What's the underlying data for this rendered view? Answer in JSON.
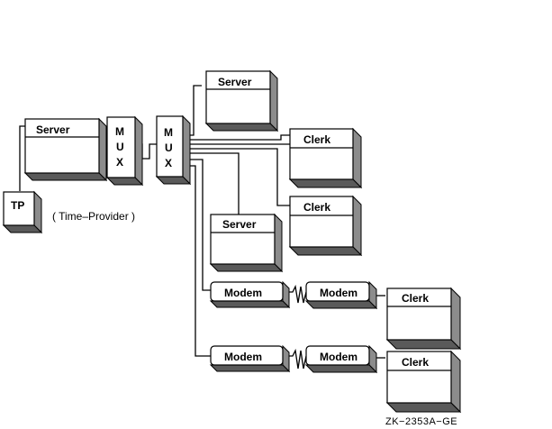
{
  "labels": {
    "server": "Server",
    "clerk": "Clerk",
    "mux_m": "M",
    "mux_u": "U",
    "mux_x": "X",
    "tp": "TP",
    "tp_note": "( Time–Provider )",
    "modem": "Modem",
    "figure_code": "ZK−2353A−GE"
  },
  "colors": {
    "side": "#8c8c8c",
    "bottom": "#5a5a5a",
    "line": "#000000"
  }
}
